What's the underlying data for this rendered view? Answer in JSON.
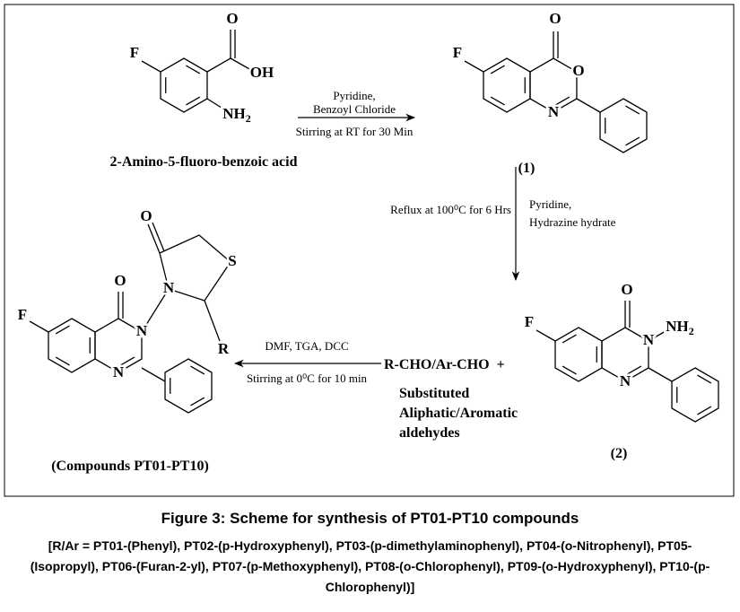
{
  "scheme": {
    "starting_material": {
      "name": "2-Amino-5-fluoro-benzoic acid",
      "atoms": {
        "F": "F",
        "O": "O",
        "OH": "OH",
        "NH2": "NH",
        "sub2": "2"
      }
    },
    "step1": {
      "reagent1": "Pyridine,",
      "reagent2": "Benzoyl Chloride",
      "condition": "Stirring at RT for 30 Min"
    },
    "compound1": {
      "label": "(1)",
      "atoms": {
        "F": "F",
        "O": "O",
        "Oring": "O",
        "N": "N"
      }
    },
    "step2": {
      "condition": "Reflux at 100⁰C for 6 Hrs",
      "reagent1": "Pyridine,",
      "reagent2": "Hydrazine hydrate"
    },
    "compound2": {
      "label": "(2)",
      "atoms": {
        "F": "F",
        "O": "O",
        "N3": "N",
        "NH2": "NH",
        "sub2": "2",
        "N1": "N"
      }
    },
    "aldehyde": {
      "formula": "R-CHO/Ar-CHO  +",
      "desc1": "Substituted",
      "desc2": "Aliphatic/Aromatic",
      "desc3": "aldehydes"
    },
    "step3": {
      "reagents": "DMF, TGA, DCC",
      "condition": "Stirring at 0⁰C for 10 min"
    },
    "product": {
      "label": "(Compounds PT01-PT10)",
      "atoms": {
        "F": "F",
        "O": "O",
        "N3": "N",
        "N1": "N",
        "Nt": "N",
        "Ot": "O",
        "S": "S",
        "R": "R"
      }
    }
  },
  "caption": {
    "title": "Figure 3: Scheme for synthesis of PT01-PT10 compounds",
    "legend": "[R/Ar = PT01-(Phenyl), PT02-(p-Hydroxyphenyl), PT03-(p-dimethylaminophenyl), PT04-(o-Nitrophenyl), PT05-(Isopropyl), PT06-(Furan-2-yl), PT07-(p-Methoxyphenyl), PT08-(o-Chlorophenyl), PT09-(o-Hydroxyphenyl), PT10-(p-Chlorophenyl)]"
  }
}
